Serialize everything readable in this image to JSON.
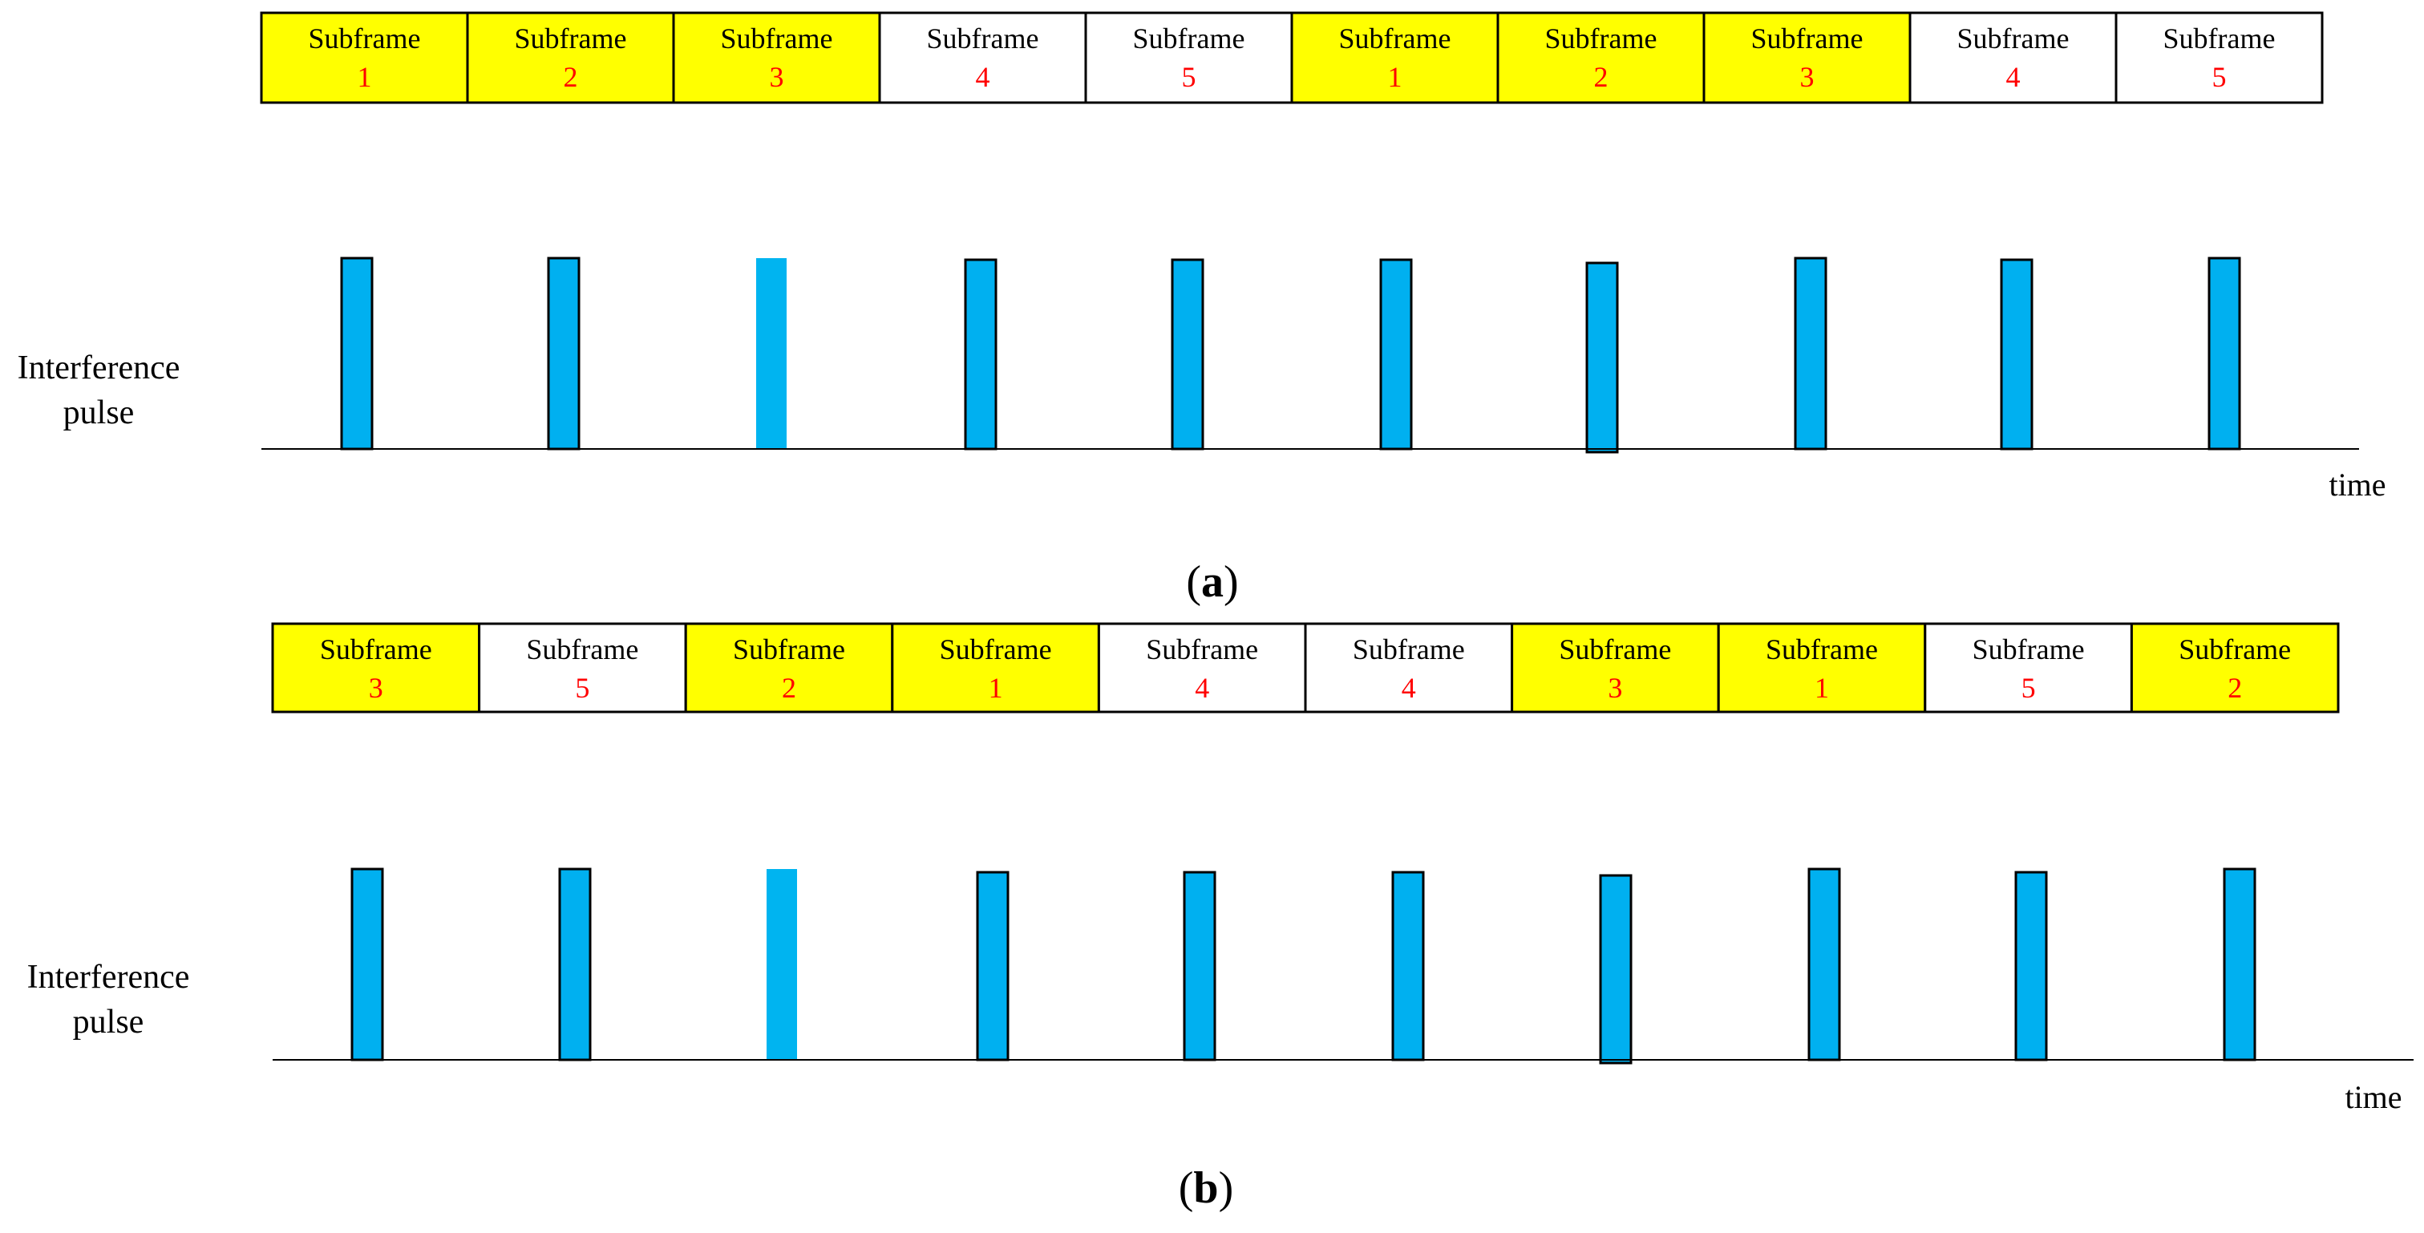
{
  "colors": {
    "highlight_fill": "#ffff00",
    "plain_fill": "#ffffff",
    "border": "#000000",
    "number_text": "#ff0000",
    "pulse_fill": "#00b0f0",
    "pulse_fill_light": "#00b4f0",
    "axis": "#000000"
  },
  "panels": [
    {
      "caption_open": "(",
      "caption_letter": "a",
      "caption_close": ")",
      "y_label_line1": "Interference",
      "y_label_line2": "pulse",
      "time_label": "time",
      "subframes": [
        {
          "word": "Subframe",
          "number": "1",
          "highlighted": true
        },
        {
          "word": "Subframe",
          "number": "2",
          "highlighted": true
        },
        {
          "word": "Subframe",
          "number": "3",
          "highlighted": true
        },
        {
          "word": "Subframe",
          "number": "4",
          "highlighted": false
        },
        {
          "word": "Subframe",
          "number": "5",
          "highlighted": false
        },
        {
          "word": "Subframe",
          "number": "1",
          "highlighted": true
        },
        {
          "word": "Subframe",
          "number": "2",
          "highlighted": true
        },
        {
          "word": "Subframe",
          "number": "3",
          "highlighted": true
        },
        {
          "word": "Subframe",
          "number": "4",
          "highlighted": false
        },
        {
          "word": "Subframe",
          "number": "5",
          "highlighted": false
        }
      ],
      "pulses": [
        {
          "outlined": true
        },
        {
          "outlined": true
        },
        {
          "outlined": false
        },
        {
          "outlined": true
        },
        {
          "outlined": true
        },
        {
          "outlined": true
        },
        {
          "outlined": true
        },
        {
          "outlined": true
        },
        {
          "outlined": true
        },
        {
          "outlined": true
        }
      ]
    },
    {
      "caption_open": "(",
      "caption_letter": "b",
      "caption_close": ")",
      "y_label_line1": "Interference",
      "y_label_line2": "pulse",
      "time_label": "time",
      "subframes": [
        {
          "word": "Subframe",
          "number": "3",
          "highlighted": true
        },
        {
          "word": "Subframe",
          "number": "5",
          "highlighted": false
        },
        {
          "word": "Subframe",
          "number": "2",
          "highlighted": true
        },
        {
          "word": "Subframe",
          "number": "1",
          "highlighted": true
        },
        {
          "word": "Subframe",
          "number": "4",
          "highlighted": false
        },
        {
          "word": "Subframe",
          "number": "4",
          "highlighted": false
        },
        {
          "word": "Subframe",
          "number": "3",
          "highlighted": true
        },
        {
          "word": "Subframe",
          "number": "1",
          "highlighted": true
        },
        {
          "word": "Subframe",
          "number": "5",
          "highlighted": false
        },
        {
          "word": "Subframe",
          "number": "2",
          "highlighted": true
        }
      ],
      "pulses": [
        {
          "outlined": true
        },
        {
          "outlined": true
        },
        {
          "outlined": false
        },
        {
          "outlined": true
        },
        {
          "outlined": true
        },
        {
          "outlined": true
        },
        {
          "outlined": true
        },
        {
          "outlined": true
        },
        {
          "outlined": true
        },
        {
          "outlined": true
        }
      ]
    }
  ]
}
